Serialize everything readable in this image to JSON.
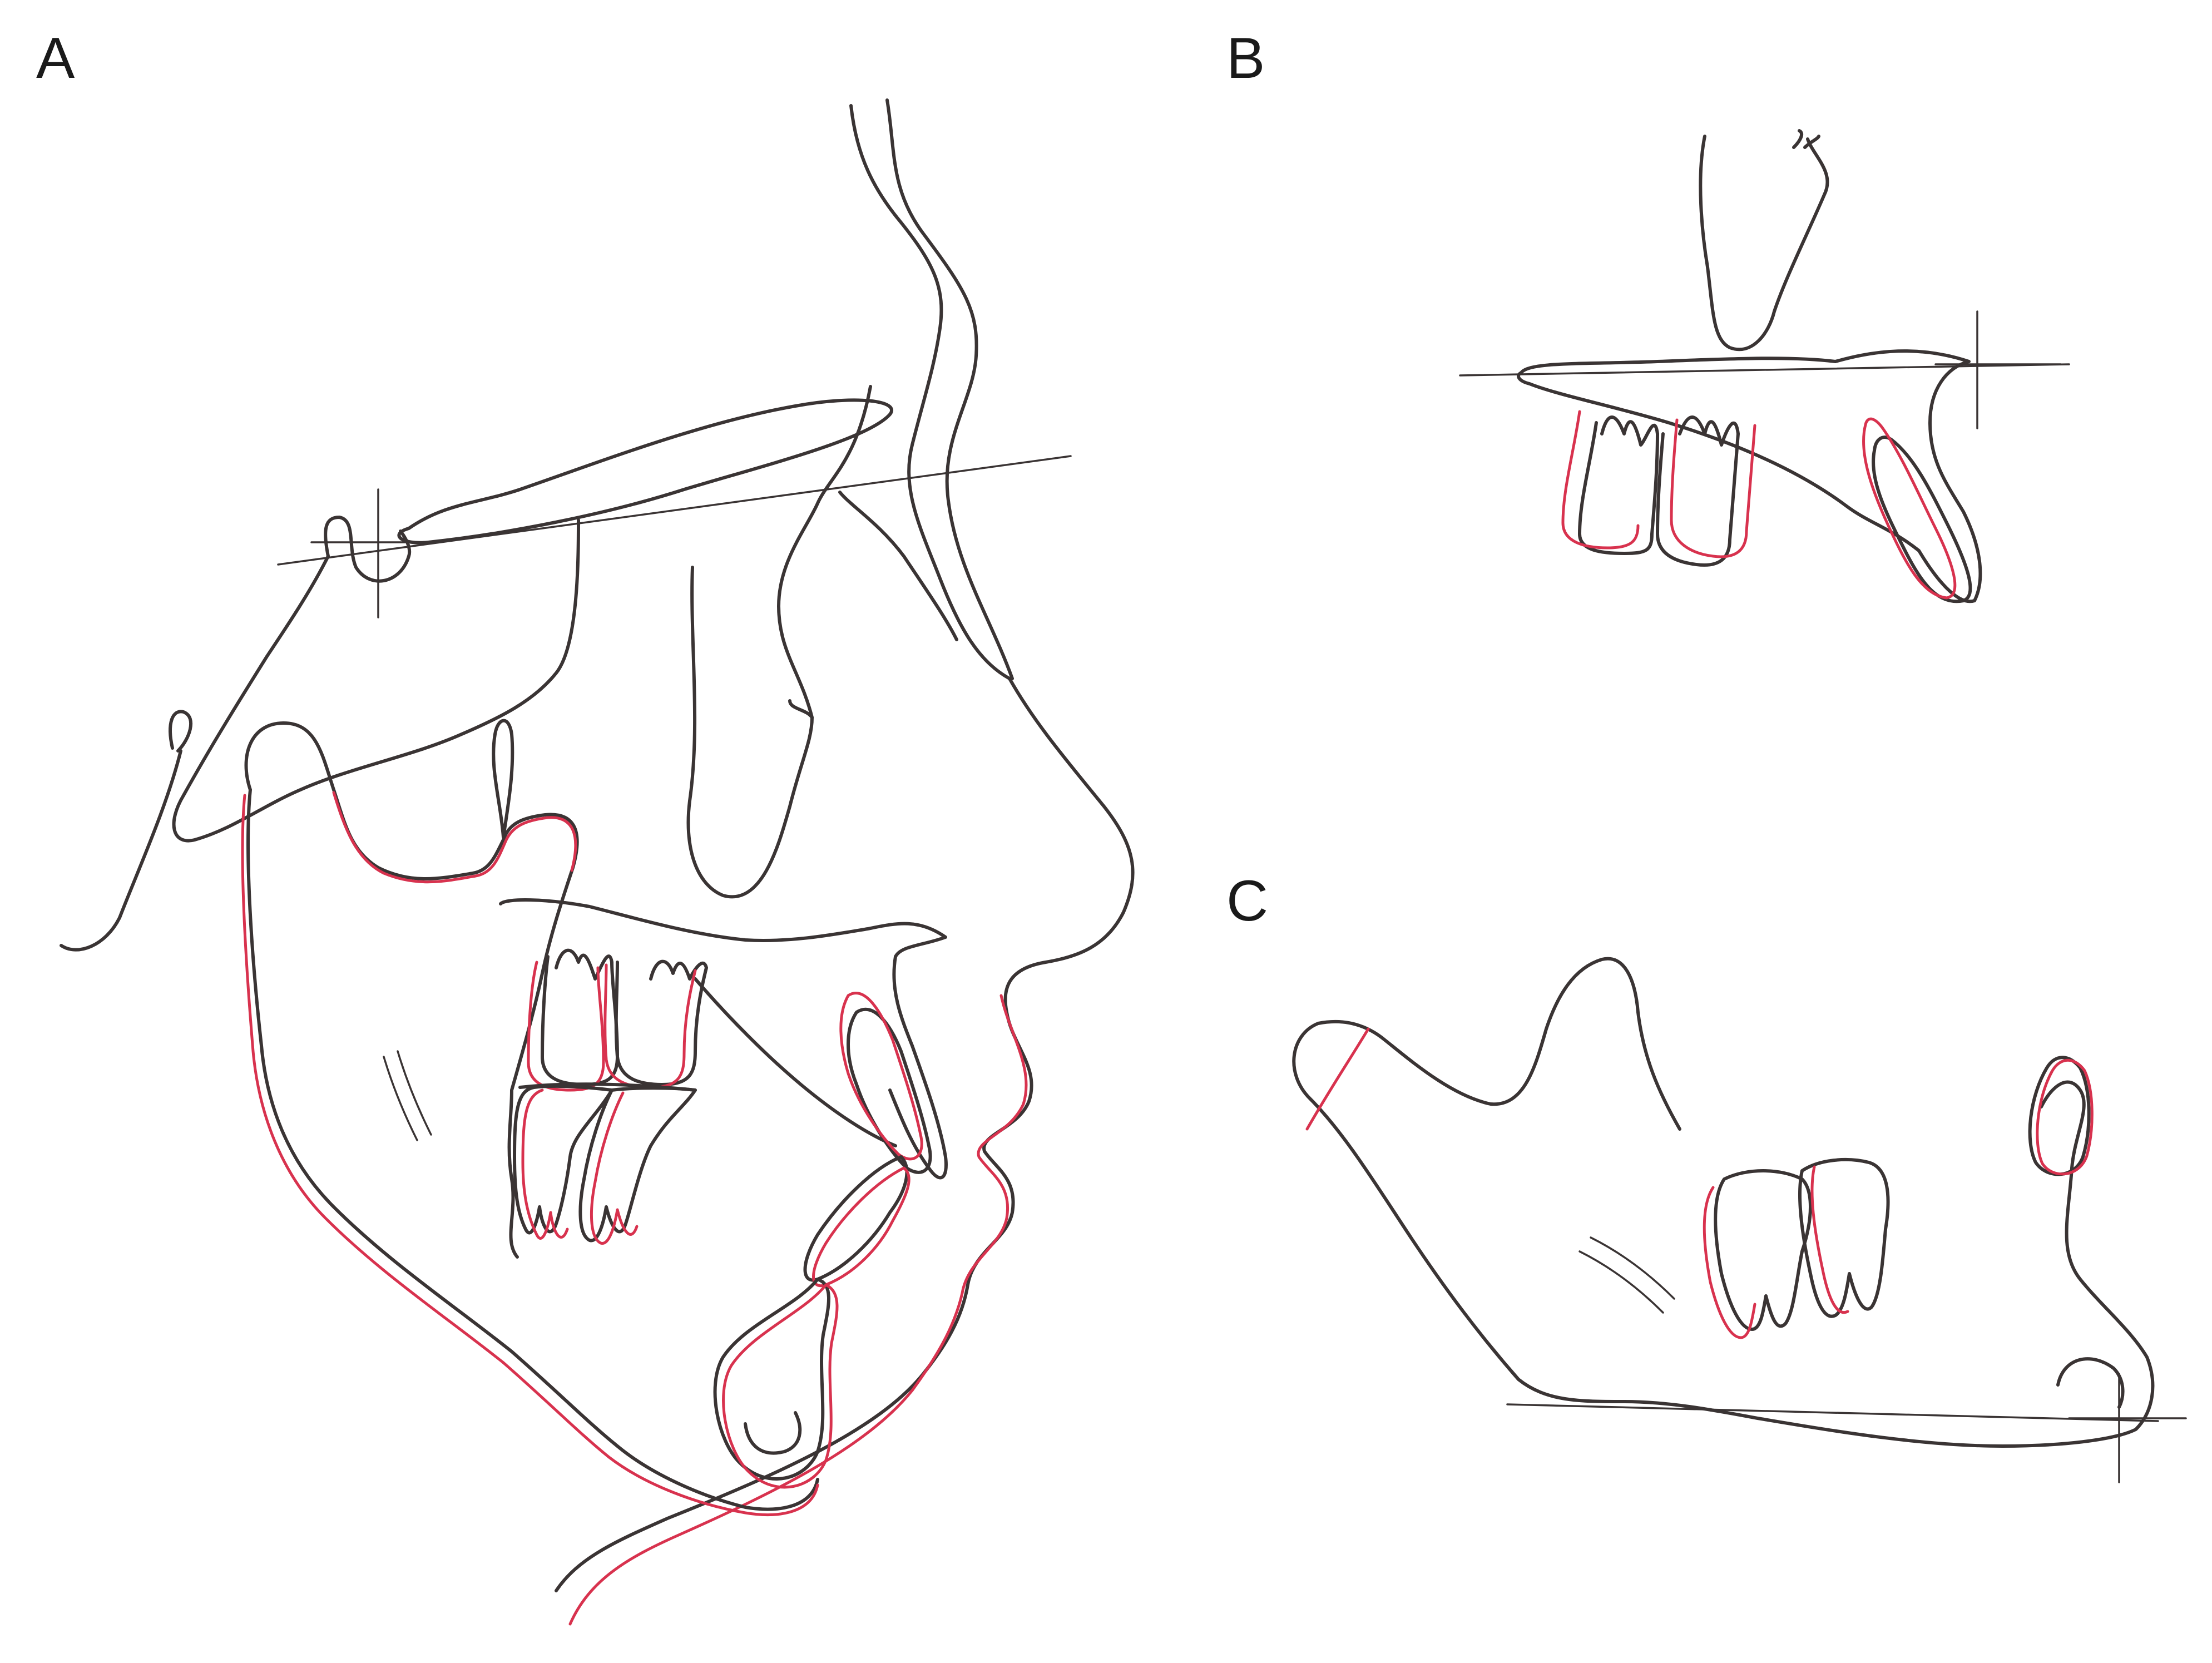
{
  "panels": [
    {
      "label": "A"
    },
    {
      "label": "B"
    },
    {
      "label": "C"
    }
  ],
  "colors": {
    "before_tracing": "#3a3434",
    "after_tracing": "#d8324e",
    "background": "#ffffff"
  }
}
